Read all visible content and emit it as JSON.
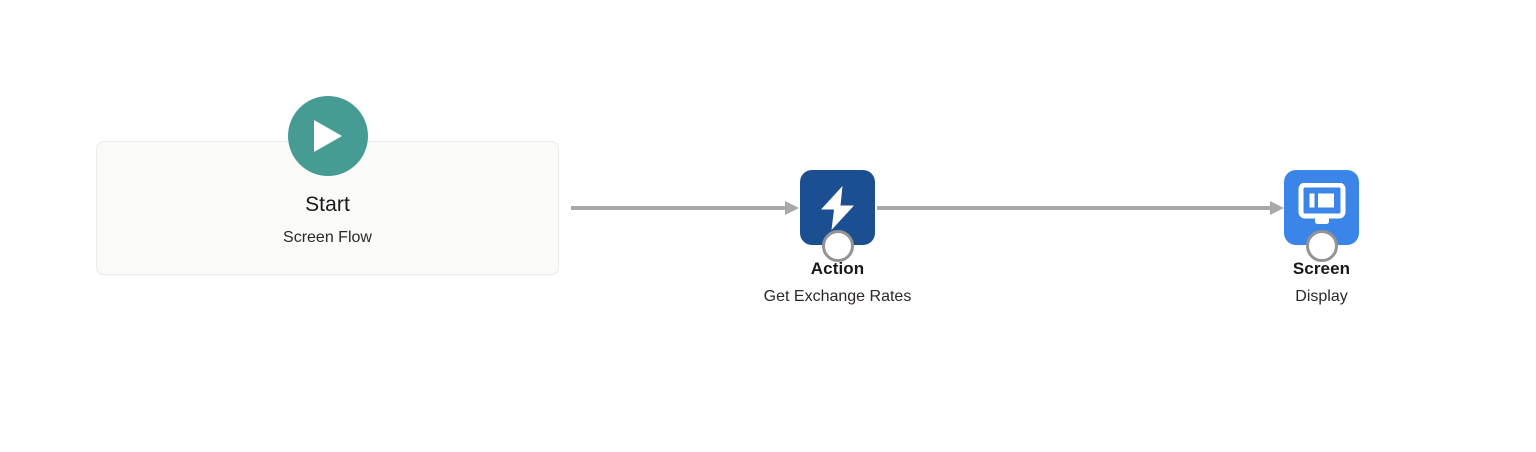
{
  "canvas": {
    "background_color": "#ffffff",
    "name": "flow-canvas"
  },
  "start_element": {
    "icon": "play-circle-icon",
    "icon_color": "#469b92",
    "title": "Start",
    "subtitle": "Screen Flow",
    "card_background": "#fafaf9",
    "card_border": "#ecebea"
  },
  "nodes": [
    {
      "id": "action",
      "icon": "lightning-bolt-icon",
      "icon_tile_color": "#1c4f91",
      "title": "Action",
      "subtitle": "Get Exchange Rates",
      "connector_color": "#939393"
    },
    {
      "id": "screen",
      "icon": "screen-display-icon",
      "icon_tile_color": "#3b85e8",
      "title": "Screen",
      "subtitle": "Display",
      "connector_color": "#939393"
    }
  ],
  "connectors": [
    {
      "id": "start-to-action",
      "from": "start",
      "to": "action",
      "style": "arrow",
      "color": "#a8a8a8"
    },
    {
      "id": "action-to-screen",
      "from": "action",
      "to": "screen",
      "style": "arrow",
      "color": "#a8a8a8"
    }
  ]
}
